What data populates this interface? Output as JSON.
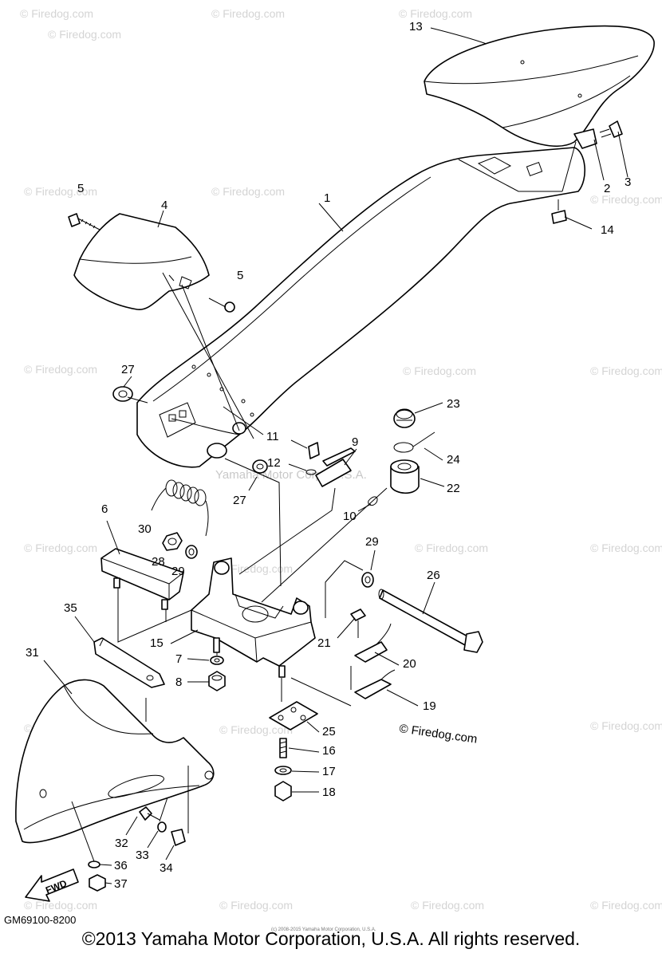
{
  "watermark": "© Firedog.com",
  "diagram_credit": "© Firedog.com",
  "center_watermark": "Yamaha Motor Corp., U.S.A.",
  "fwd_label": "FWD",
  "part_code": "GM69100-8200",
  "copyright": "©2013 Yamaha Motor Corporation, U.S.A. All rights reserved.",
  "tiny_credit": "(c) 2008-2015 Yamaha Motor Corporation, U.S.A.",
  "callouts": [
    "1",
    "2",
    "3",
    "4",
    "5",
    "5",
    "6",
    "7",
    "8",
    "9",
    "10",
    "11",
    "12",
    "13",
    "14",
    "15",
    "16",
    "17",
    "18",
    "19",
    "20",
    "21",
    "22",
    "23",
    "24",
    "25",
    "26",
    "27",
    "27",
    "28",
    "29",
    "29",
    "30",
    "31",
    "32",
    "33",
    "34",
    "35",
    "36",
    "37"
  ]
}
